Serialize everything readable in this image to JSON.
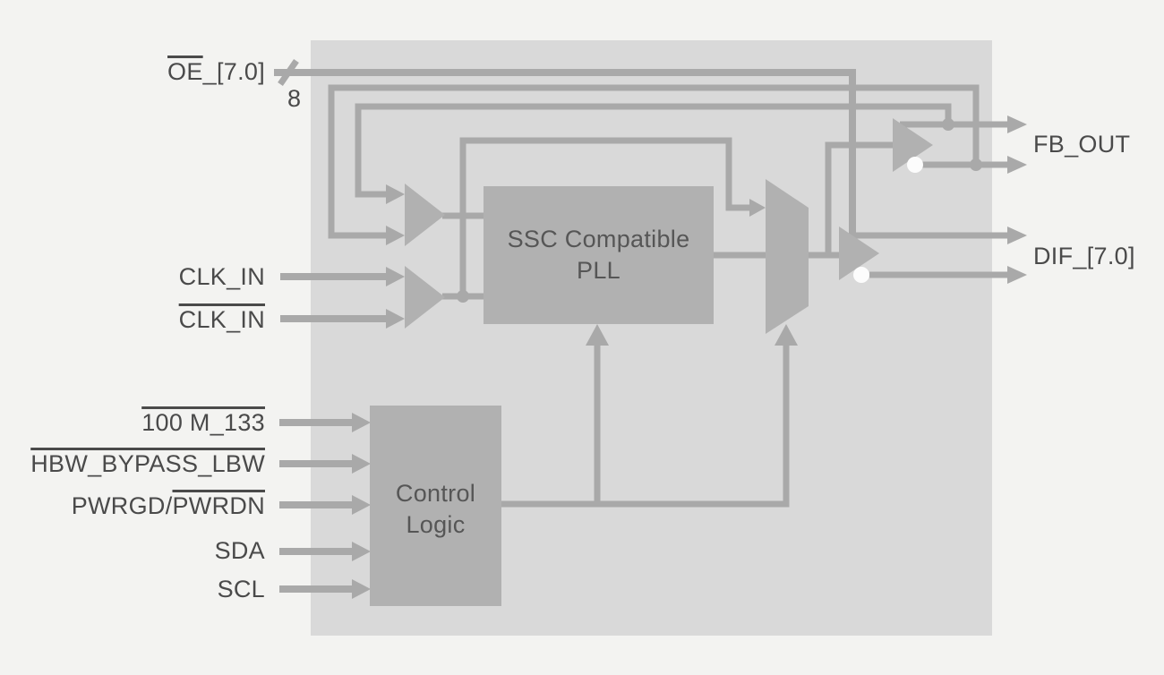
{
  "diagram": {
    "type": "functional-block-diagram",
    "colors": {
      "page_background": "#f3f3f1",
      "chip_fill": "#d9d9d9",
      "block_fill": "#b1b1b1",
      "wire": "#a9a9a9",
      "label_text": "#4a4a4a",
      "block_text": "#565656",
      "inversion_bubble": "#fcfcfc"
    }
  },
  "pins": {
    "oe_overlined": "OE",
    "oe_plain": "_[7.0]",
    "oe_bus_width": "8",
    "clk_in": "CLK_IN",
    "clk_in_b": "CLK_IN",
    "m100_133": "100 M_133",
    "hbw_bypass_lbw": "HBW_BYPASS_LBW",
    "pwrgd_plain": "PWRGD/",
    "pwrdn_overlined": "PWRDN",
    "sda": "SDA",
    "scl": "SCL",
    "fb_out": "FB_OUT",
    "dif": "DIF_[7.0]"
  },
  "blocks": {
    "pll_line1": "SSC Compatible",
    "pll_line2": "PLL",
    "control_line1": "Control",
    "control_line2": "Logic"
  }
}
